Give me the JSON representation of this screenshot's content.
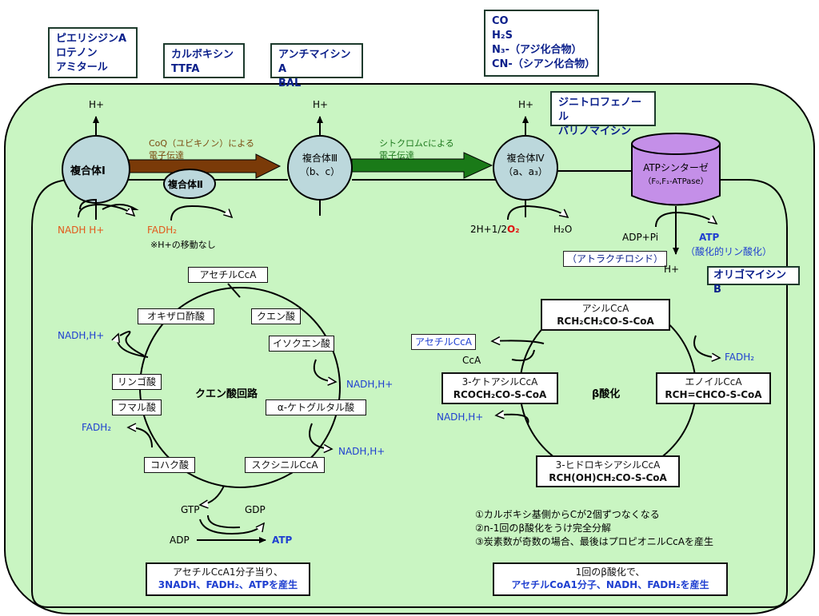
{
  "inhibitors": {
    "complex1": [
      "ピエリシジンA",
      "ロテノン",
      "アミタール"
    ],
    "complex2": [
      "カルボキシン",
      "TTFA"
    ],
    "complex3": [
      "アンチマイシンA",
      "BAL"
    ],
    "complex4": [
      "CO",
      "H₂S",
      "N₃-（アジ化合物）",
      "CN-（シアン化合物）"
    ],
    "uncouplers": [
      "ジニトロフェノール",
      "バリノマイシン"
    ],
    "oligomycin": "オリゴマイシンB",
    "atractyloside": "（アトラクチロシド）"
  },
  "etc": {
    "complex1": "複合体Ⅰ",
    "complex2": "複合体Ⅱ",
    "complex3": [
      "複合体Ⅲ",
      "（b、c）"
    ],
    "complex4": [
      "複合体Ⅳ",
      "（a、a₃）"
    ],
    "atp_synthase": [
      "ATPシンターゼ",
      "（F₀,F₁-ATPase）"
    ],
    "hplus": "H+",
    "coq_label": [
      "CoQ（ユビキノン）による",
      "電子伝達"
    ],
    "cytc_label": [
      "シトクロムcによる",
      "電子伝達"
    ],
    "nadh": "NADH H+",
    "fadh2": "FADH₂",
    "no_h_move": "※H+の移動なし",
    "water_left": "2H+1/2",
    "water_o2": "O₂",
    "water_product": "H₂O",
    "adp_pi": "ADP+Pi",
    "atp": "ATP",
    "phosphorylation": "（酸化的リン酸化）"
  },
  "tca": {
    "title": "クエン酸回路",
    "acetyl_coa": "アセチルCcA",
    "citrate": "クエン酸",
    "isocitrate": "イソクエン酸",
    "akg": "α-ケトグルタル酸",
    "succinyl_coa": "スクシニルCcA",
    "succinate": "コハク酸",
    "fumarate": "フマル酸",
    "malate": "リンゴ酸",
    "oxaloacetate": "オキザロ酢酸",
    "nadh": "NADH,H+",
    "fadh2": "FADH₂",
    "gtp": "GTP",
    "gdp": "GDP",
    "adp": "ADP",
    "atp": "ATP",
    "summary_line1": "アセチルCcA1分子当り、",
    "summary_line2": "3NADH、FADH₂、ATPを産生"
  },
  "beta": {
    "title": "β酸化",
    "acyl": [
      "アシルCcA",
      "RCH₂CH₂CO-S-CoA"
    ],
    "enoyl": [
      "エノイルCcA",
      "RCH=CHCO-S-CoA"
    ],
    "hydroxy": [
      "3-ヒドロキシアシルCcA",
      "RCH(OH)CH₂CO-S-CoA"
    ],
    "ketoacyl": [
      "3-ケトアシルCcA",
      "RCOCH₂CO-S-CoA"
    ],
    "acetyl_out": "アセチルCcA",
    "coa": "CcA",
    "fadh2": "FADH₂",
    "nadh": "NADH,H+",
    "notes": [
      "①カルボキシ基側からCが2個ずつなくなる",
      "②n-1回のβ酸化をうけ完全分解",
      "③炭素数が奇数の場合、最後はプロピオニルCcAを産生"
    ],
    "summary_line1": "1回のβ酸化で、",
    "summary_line2": "アセチルCoA1分子、NADH、FADH₂を産生"
  },
  "colors": {
    "membrane_fill": "#c9f5c2",
    "complex_fill": "#bcd8dc",
    "synthase_fill": "#c48fe8",
    "coq_arrow": "#7a3a08",
    "cytc_arrow": "#1a7a18",
    "blue_text": "#1f3fd0",
    "navy_text": "#0a1f8a",
    "orange_text": "#e2581a"
  }
}
